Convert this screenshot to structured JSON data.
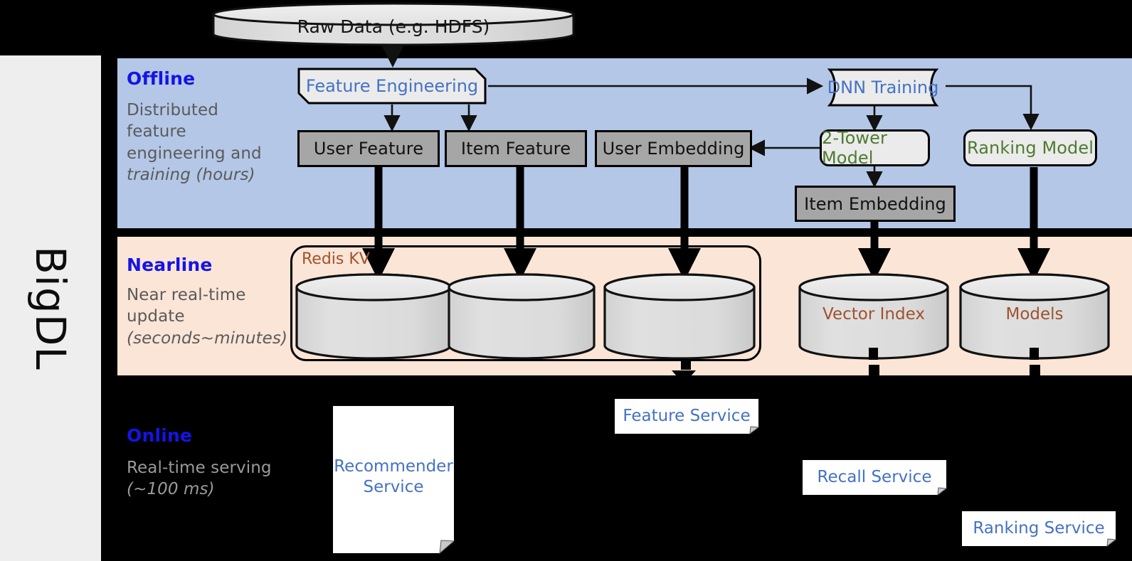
{
  "sidebar": {
    "brand": "BigDL"
  },
  "bands": {
    "offline": {
      "title": "Offline",
      "subtitle": "Distributed feature engineering and ",
      "subtitle_em": "training (hours)"
    },
    "nearline": {
      "title": "Nearline",
      "subtitle": "Near real-time update ",
      "subtitle_em": "(seconds~minutes)"
    },
    "online": {
      "title": "Online",
      "subtitle": "Real-time serving ",
      "subtitle_em": "(~100 ms)"
    }
  },
  "source": {
    "raw_data": "Raw Data (e.g. HDFS)"
  },
  "offline": {
    "feature_engineering": "Feature Engineering",
    "dnn_training": "DNN Training",
    "user_feature": "User Feature",
    "item_feature": "Item Feature",
    "user_embedding": "User Embedding",
    "two_tower_model": "2-Tower Model",
    "ranking_model": "Ranking Model",
    "item_embedding": "Item Embedding"
  },
  "nearline": {
    "redis_kv": "Redis KV",
    "store_1": "",
    "store_2": "",
    "store_3": "",
    "vector_index": "Vector Index",
    "models": "Models"
  },
  "online": {
    "recommender_service": "Recommender Service",
    "feature_service": "Feature Service",
    "recall_service": "Recall Service",
    "ranking_service": "Ranking Service"
  },
  "colors": {
    "offline_band": "#b4c7e7",
    "nearline_band": "#fbe5d6",
    "online_band": "#000000",
    "band_title": "#1414e6",
    "band_subtitle": "#5a5a5a",
    "accent_blue": "#4472c4",
    "accent_green": "#4e7b31",
    "accent_brown": "#a0522d",
    "grey_box": "#a6a6a6",
    "proc_box": "#ebebeb",
    "sidebar": "#eeeeee"
  }
}
